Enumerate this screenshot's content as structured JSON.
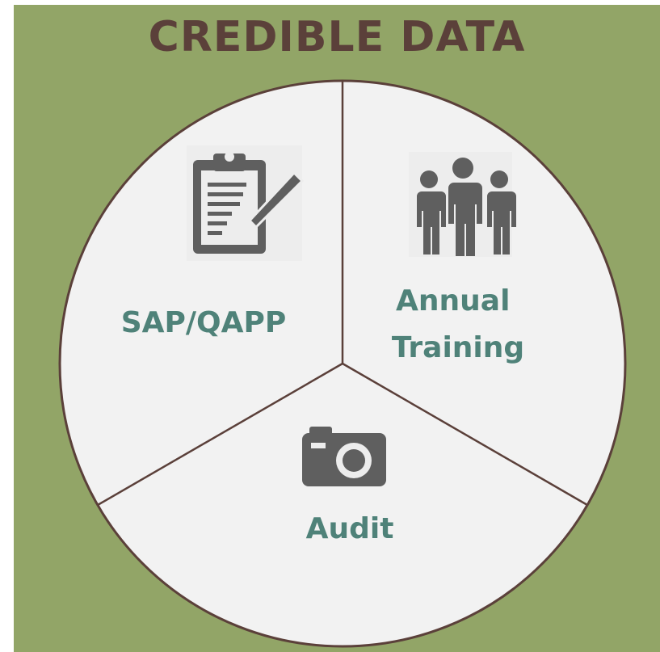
{
  "title": "CREDIBLE DATA",
  "colors": {
    "background": "#92a567",
    "title": "#5b403a",
    "circle_fill": "#f2f2f2",
    "divider": "#5b403a",
    "label": "#4f8279",
    "icon": "#5f5f5f"
  },
  "segments": [
    {
      "label_lines": [
        "SAP/QAPP"
      ],
      "icon": "clipboard-pencil-icon"
    },
    {
      "label_lines": [
        "Annual",
        "Training"
      ],
      "icon": "people-group-icon"
    },
    {
      "label_lines": [
        "Audit"
      ],
      "icon": "camera-icon"
    }
  ]
}
